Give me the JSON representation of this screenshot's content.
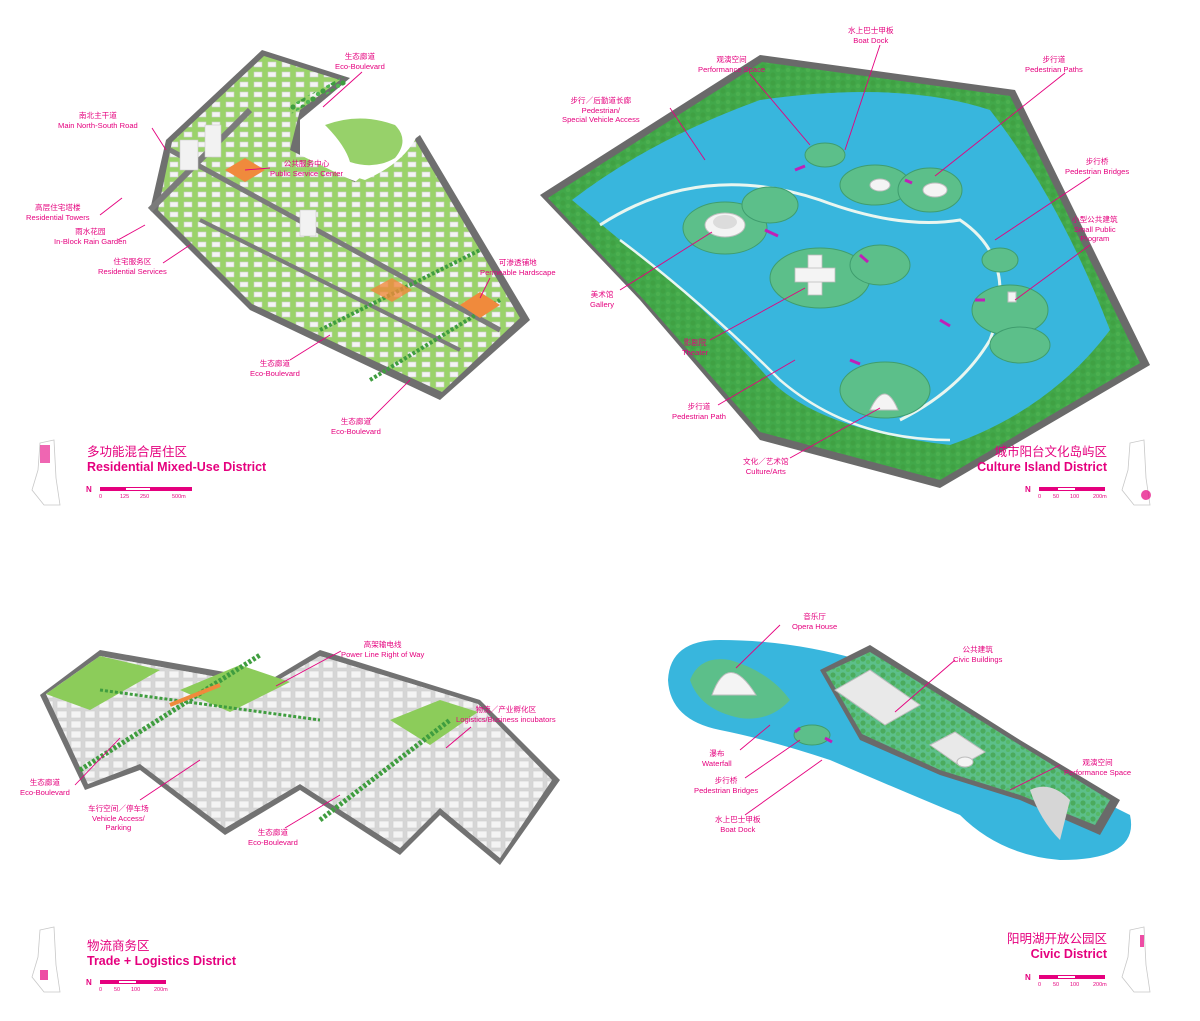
{
  "panels": {
    "residential": {
      "title_zh": "多功能混合居住区",
      "title_en": "Residential Mixed-Use District",
      "scale": {
        "north": "N",
        "ticks": [
          "0",
          "125",
          "250",
          "500m"
        ]
      },
      "labels": {
        "eco_top": {
          "zh": "生态廊道",
          "en": "Eco-Boulevard"
        },
        "main_road": {
          "zh": "南北主干道",
          "en": "Main North-South Road"
        },
        "public_service": {
          "zh": "公共服务中心",
          "en": "Public Service Center"
        },
        "towers": {
          "zh": "高层住宅塔楼",
          "en": "Residential Towers"
        },
        "rain_garden": {
          "zh": "雨水花园",
          "en": "In-Block Rain Garden"
        },
        "res_services": {
          "zh": "住宅服务区",
          "en": "Residential Services"
        },
        "permeable": {
          "zh": "可渗透铺地",
          "en": "Permeable Hardscape"
        },
        "eco_mid": {
          "zh": "生态廊道",
          "en": "Eco-Boulevard"
        },
        "eco_bottom": {
          "zh": "生态廊道",
          "en": "Eco-Boulevard"
        }
      }
    },
    "culture": {
      "title_zh": "城市阳台文化岛屿区",
      "title_en": "Culture Island District",
      "scale": {
        "north": "N",
        "ticks": [
          "0",
          "50",
          "100",
          "200m"
        ]
      },
      "labels": {
        "boat_dock": {
          "zh": "水上巴士甲板",
          "en": "Boat Dock"
        },
        "performance": {
          "zh": "观演空间",
          "en": "Performance Space"
        },
        "ped_paths": {
          "zh": "步行道",
          "en": "Pedestrian Paths"
        },
        "special_access_zh": "步行／后勤道长廊",
        "special_access_en1": "Pedestrian/",
        "special_access_en2": "Special Vehicle Access",
        "ped_bridges": {
          "zh": "步行桥",
          "en": "Pedestrian Bridges"
        },
        "small_public_zh": "小型公共建筑",
        "small_public_en1": "Small Public",
        "small_public_en2": "Program",
        "gallery": {
          "zh": "美术馆",
          "en": "Gallery"
        },
        "theater": {
          "zh": "影剧院",
          "en": "Theater"
        },
        "ped_path": {
          "zh": "步行道",
          "en": "Pedestrian Path"
        },
        "culture_arts": {
          "zh": "文化／艺术馆",
          "en": "Culture/Arts"
        }
      }
    },
    "trade": {
      "title_zh": "物流商务区",
      "title_en": "Trade + Logistics District",
      "scale": {
        "north": "N",
        "ticks": [
          "0",
          "50",
          "100",
          "200m"
        ]
      },
      "labels": {
        "power_line": {
          "zh": "高架输电线",
          "en": "Power Line Right of Way"
        },
        "logistics": {
          "zh": "物流／产业孵化区",
          "en": "Logistics/Business incubators"
        },
        "eco_left": {
          "zh": "生态廊道",
          "en": "Eco-Boulevard"
        },
        "vehicle_zh": "车行空间／停车场",
        "vehicle_en1": "Vehicle Access/",
        "vehicle_en2": "Parking",
        "eco_bottom": {
          "zh": "生态廊道",
          "en": "Eco-Boulevard"
        }
      }
    },
    "civic": {
      "title_zh": "阳明湖开放公园区",
      "title_en": "Civic District",
      "scale": {
        "north": "N",
        "ticks": [
          "0",
          "50",
          "100",
          "200m"
        ]
      },
      "labels": {
        "opera": {
          "zh": "音乐厅",
          "en": "Opera House"
        },
        "civic_buildings": {
          "zh": "公共建筑",
          "en": "Civic Buildings"
        },
        "waterfall": {
          "zh": "瀑布",
          "en": "Waterfall"
        },
        "ped_bridges": {
          "zh": "步行桥",
          "en": "Pedestrian Bridges"
        },
        "boat_dock": {
          "zh": "水上巴士甲板",
          "en": "Boat Dock"
        },
        "performance": {
          "zh": "观演空间",
          "en": "Performance Space"
        }
      }
    }
  },
  "colors": {
    "accent": "#e5007e",
    "water": "#34b4d8",
    "grass": "#8ccc5a",
    "island": "#5cbf8a",
    "tree": "#3f9d3f",
    "road": "#8a8a8a",
    "building": "#ececec"
  }
}
